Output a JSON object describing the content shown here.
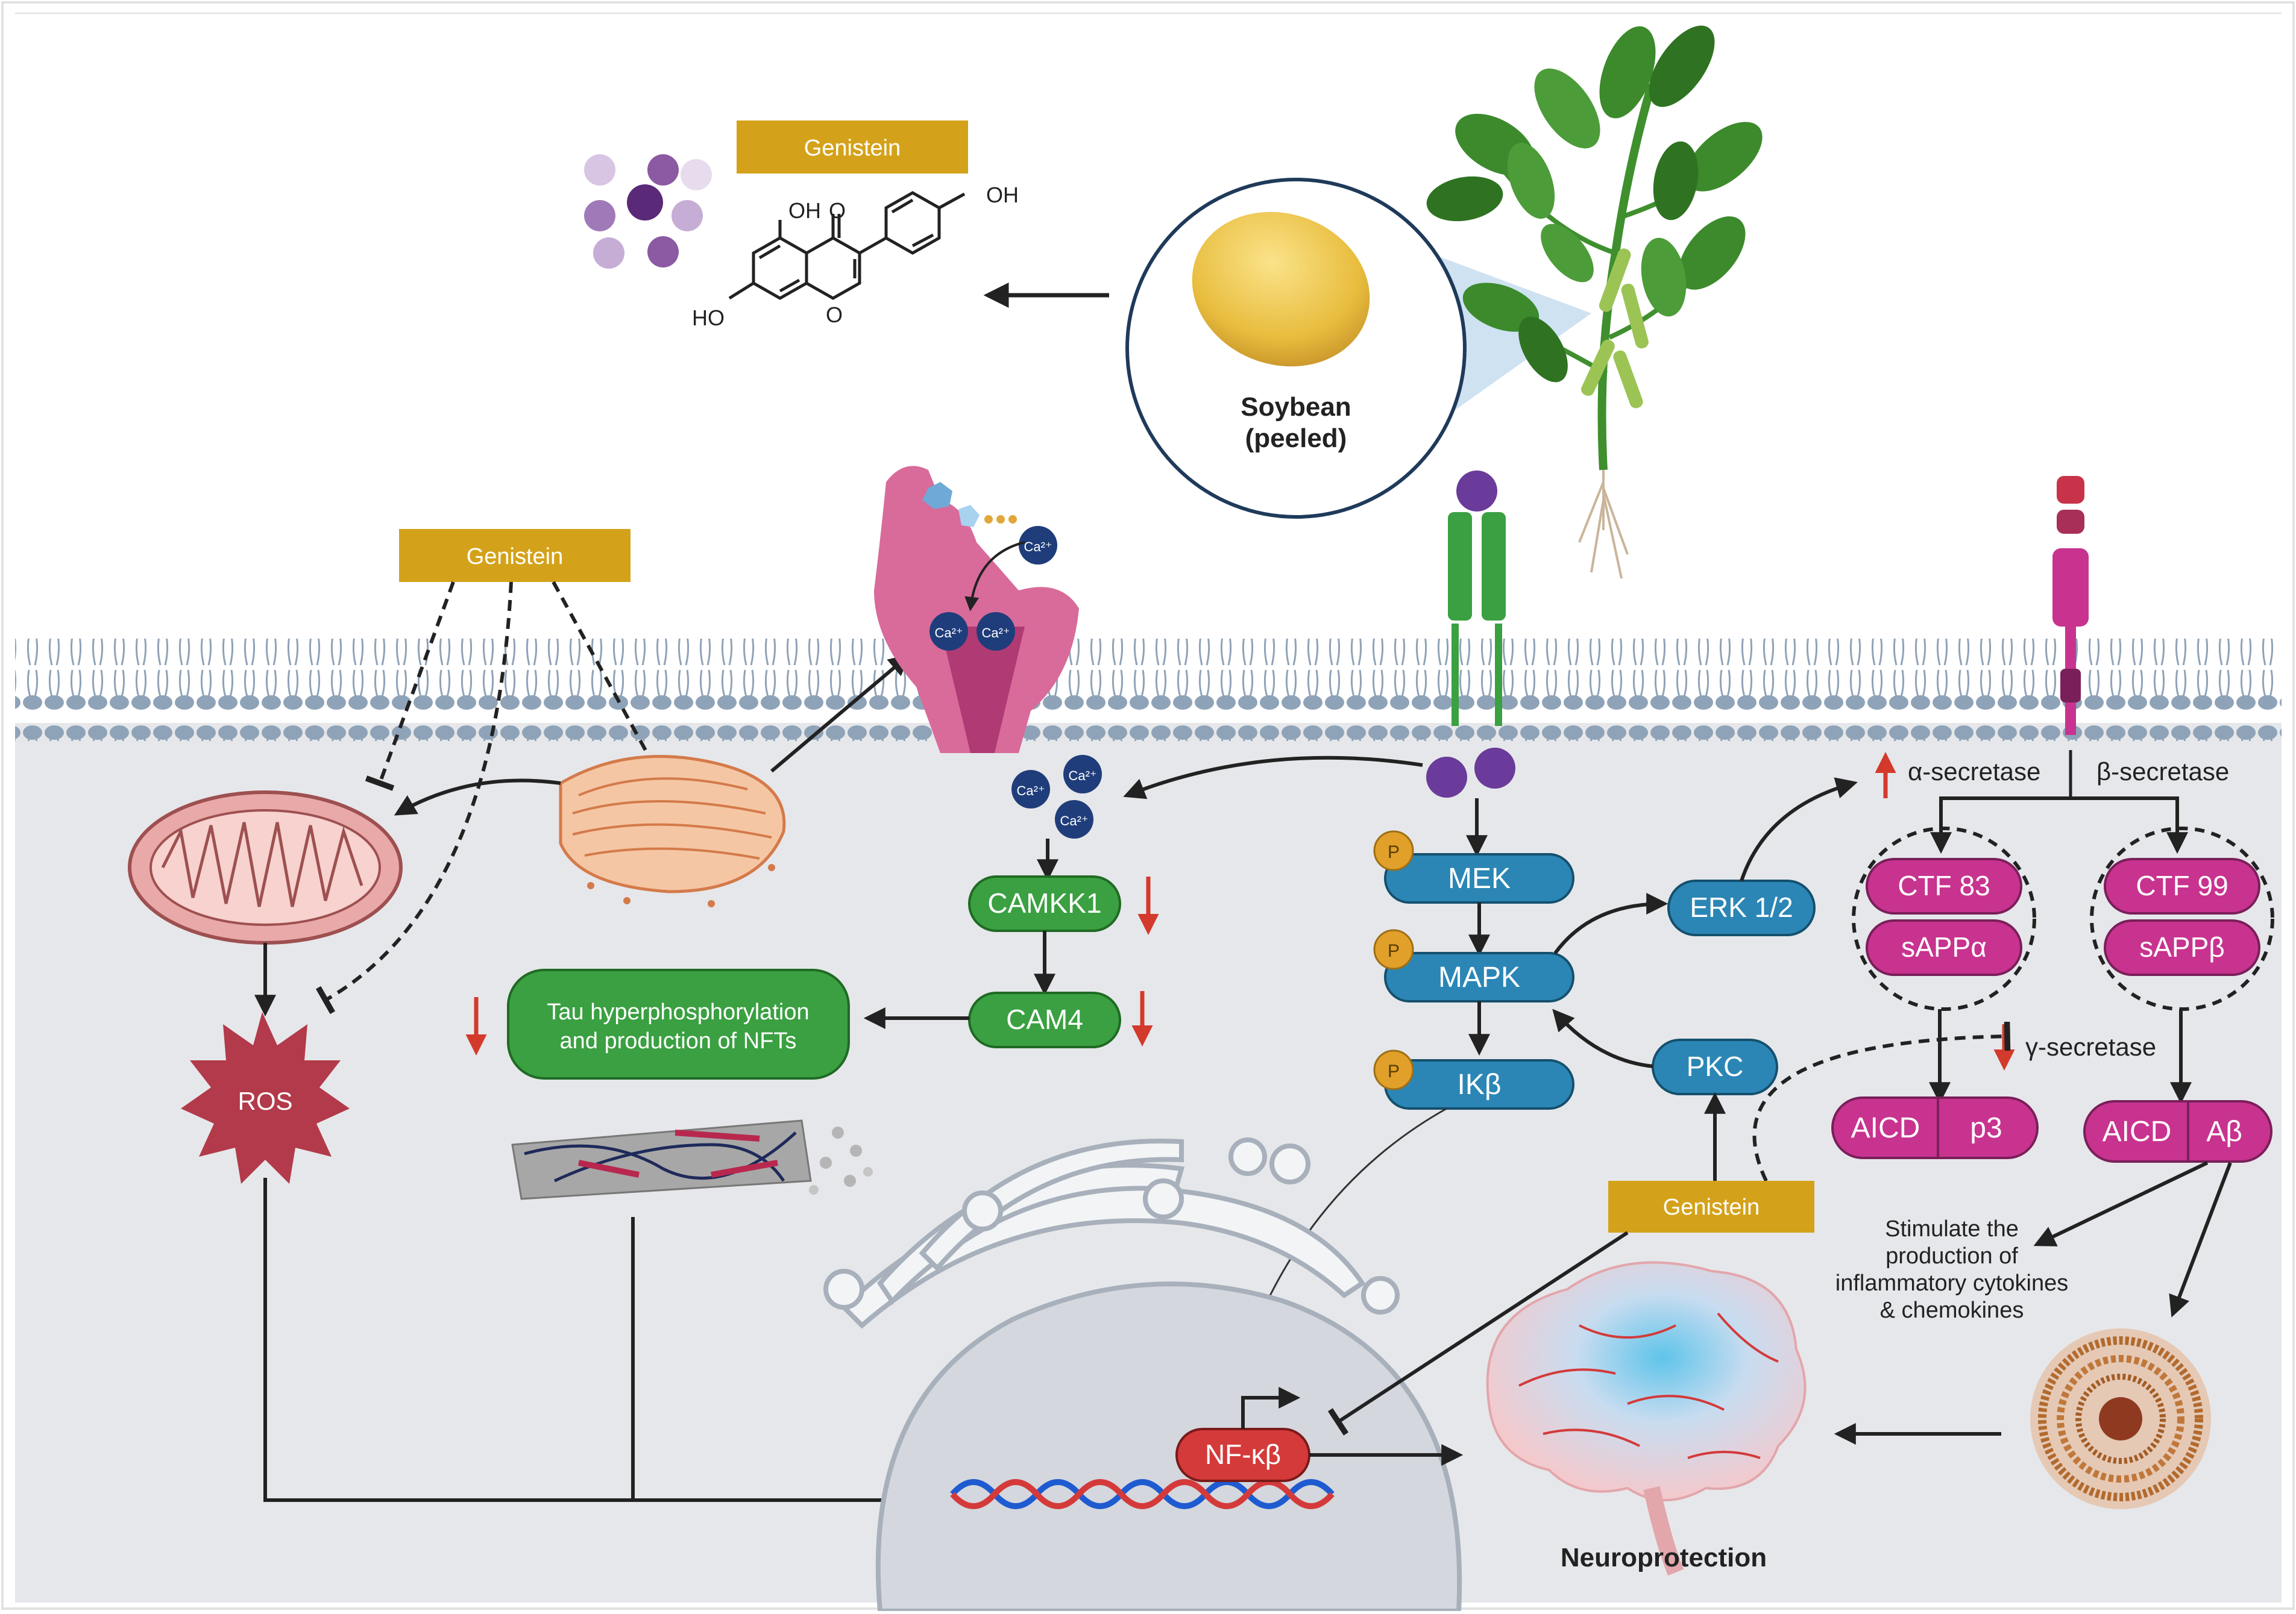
{
  "molecule": {
    "title": "Genistein",
    "atoms": {
      "oh_top": "OH",
      "oh_right": "OH",
      "ho_left": "HO",
      "carbonyl_o": "O",
      "ring_o": "O"
    }
  },
  "soybean": {
    "line1": "Soybean",
    "line2": "(peeled)"
  },
  "genistein_left": "Genistein",
  "genistein_right": "Genistein",
  "calcium": "Ca²⁺",
  "phospho": "P",
  "nodes": {
    "camkk1": "CAMKK1",
    "cam4": "CAM4",
    "tau_line1": "Tau hyperphosphorylation",
    "tau_line2": "and production of NFTs",
    "ros": "ROS",
    "mek": "MEK",
    "mapk": "MAPK",
    "ikb": "IKβ",
    "erk": "ERK 1/2",
    "pkc": "PKC",
    "nfkb": "NF-κβ",
    "alpha_sec": "α-secretase",
    "beta_sec": "β-secretase",
    "gamma_sec": "γ-secretase",
    "ctf83": "CTF 83",
    "sappa": "sAPPα",
    "ctf99": "CTF 99",
    "sappb": "sAPPβ",
    "aicd1": "AICD",
    "p3": "p3",
    "aicd2": "AICD",
    "abeta": "Aβ"
  },
  "stimulate_text": [
    "Stimulate the",
    "production of",
    "inflammatory cytokines",
    "& chemokines"
  ],
  "neuroprotection": "Neuroprotection",
  "colors": {
    "genistein_box": "#d4a21a",
    "membrane": "#8fa3b8",
    "cytoplasm": "#e6e7ea",
    "green_node": "#3aa041",
    "blue_node": "#2b86b5",
    "magenta_node": "#c8338f",
    "red_node": "#d43a3a",
    "ros": "#b23a4a",
    "down_arrow": "#d33a2c"
  }
}
